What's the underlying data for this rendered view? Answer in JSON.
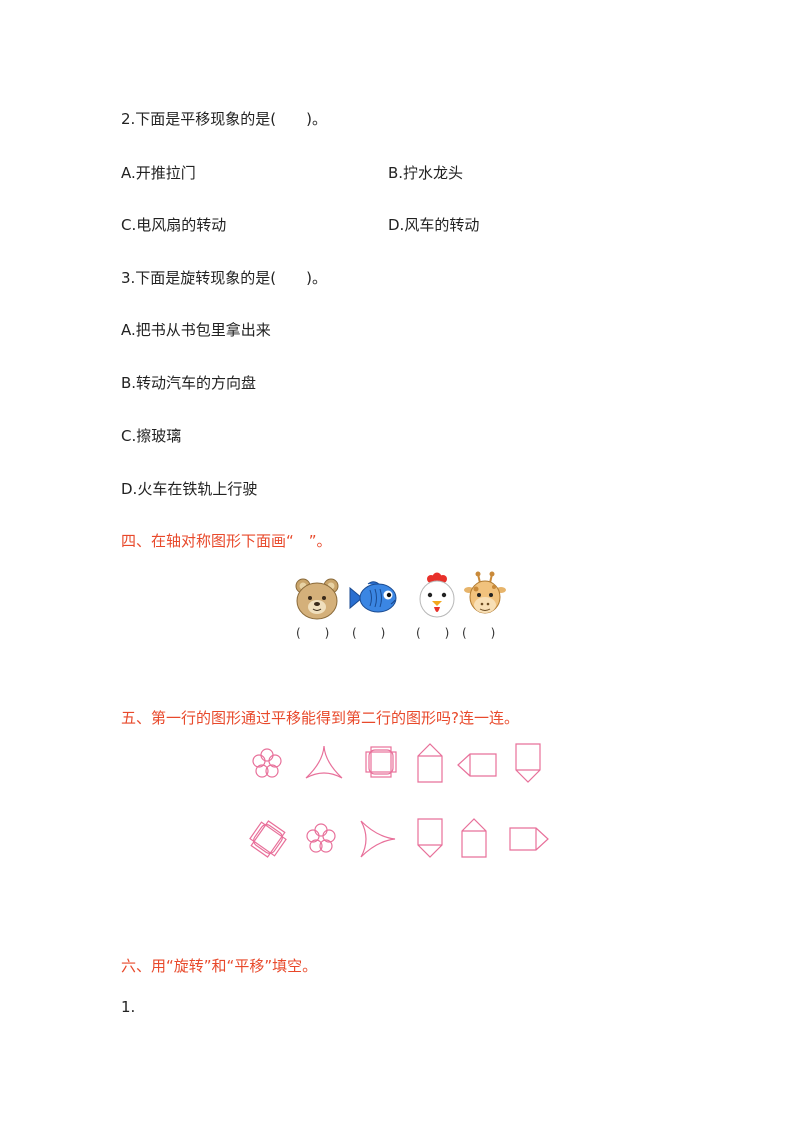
{
  "q2": {
    "stem": "2.下面是平移现象的是(　　)。",
    "a": "A.开推拉门",
    "b": "B.拧水龙头",
    "c": "C.电风扇的转动",
    "d": "D.风车的转动"
  },
  "q3": {
    "stem": "3.下面是旋转现象的是(　　)。",
    "a": "A.把书从书包里拿出来",
    "b": "B.转动汽车的方向盘",
    "c": "C.擦玻璃",
    "d": "D.火车在铁轨上行驶"
  },
  "section4": {
    "title": "四、在轴对称图形下面画“　”。",
    "answer_blanks": [
      "(　　)",
      "(　　)",
      "(　　)",
      "(　　)"
    ],
    "icons": [
      "bear-icon",
      "fish-icon",
      "chicken-icon",
      "giraffe-icon"
    ]
  },
  "section5": {
    "title": "五、第一行的图形通过平移能得到第二行的图形吗?连一连。",
    "shape_color": "#e8709a"
  },
  "section6": {
    "title": "六、用“旋转”和“平移”填空。",
    "item1": "1."
  },
  "colors": {
    "heading": "#e8492b",
    "text": "#222222"
  }
}
